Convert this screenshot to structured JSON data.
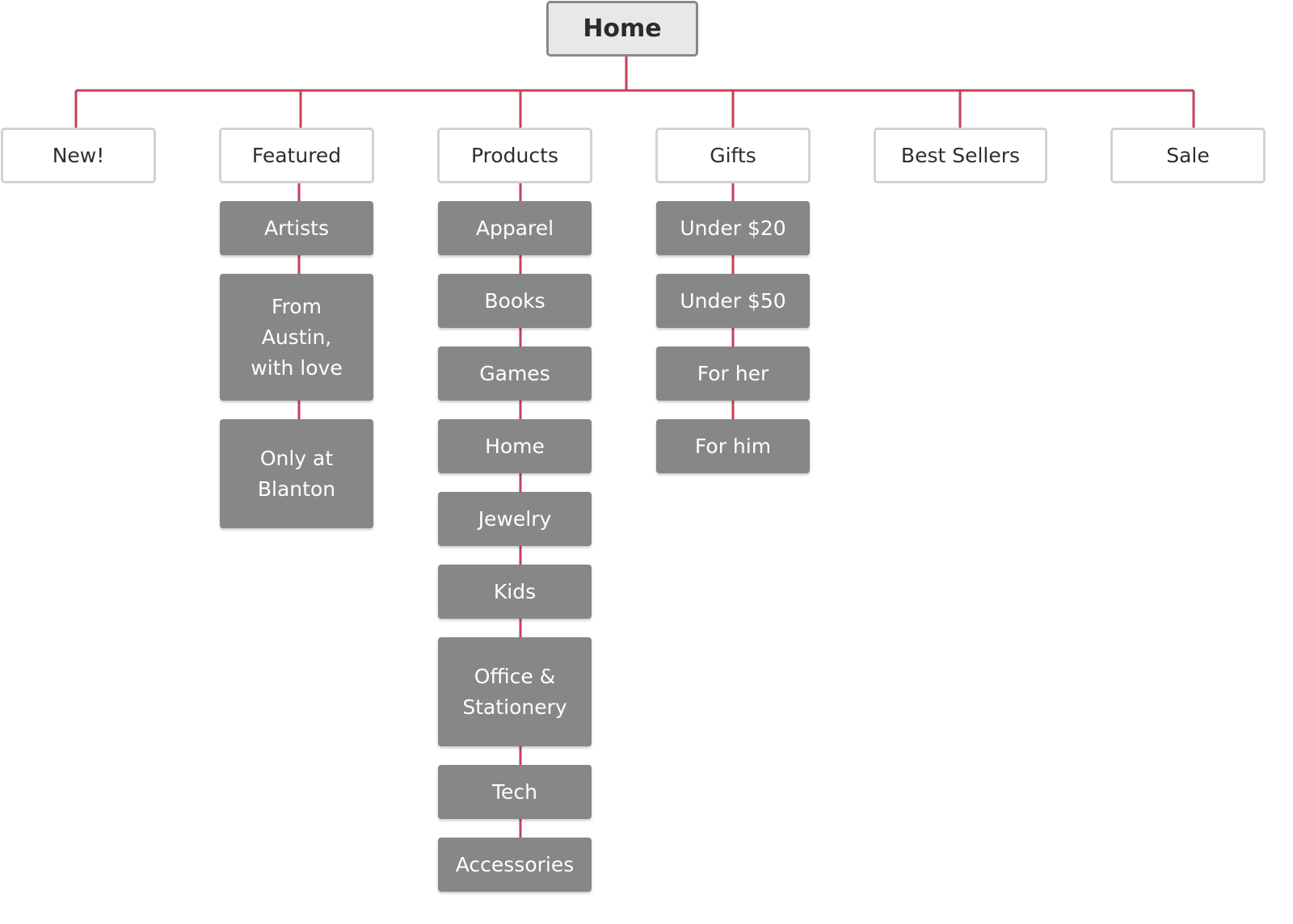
{
  "title": "Home",
  "connector_color": "#c4415b",
  "columns": [
    {
      "label": "New!",
      "children": []
    },
    {
      "label": "Featured",
      "children": [
        "Artists",
        "From\nAustin,\nwith love",
        "Only at\nBlanton"
      ]
    },
    {
      "label": "Products",
      "children": [
        "Apparel",
        "Books",
        "Games",
        "Home",
        "Jewelry",
        "Kids",
        "Office &\nStationery",
        "Tech",
        "Accessories"
      ]
    },
    {
      "label": "Gifts",
      "children": [
        "Under $20",
        "Under $50",
        "For her",
        "For him"
      ]
    },
    {
      "label": "Best Sellers",
      "children": []
    },
    {
      "label": "Sale",
      "children": []
    }
  ]
}
